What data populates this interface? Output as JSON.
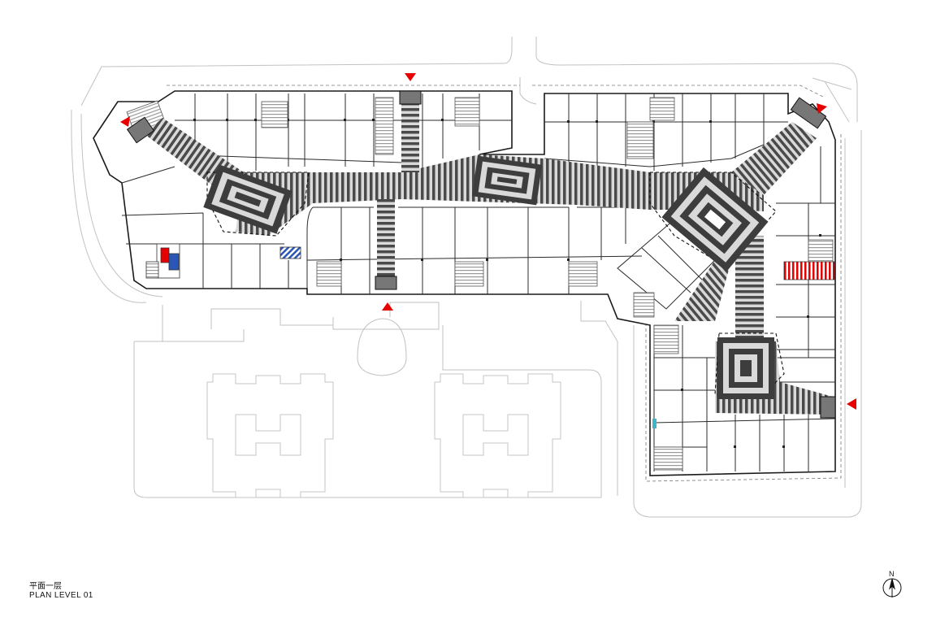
{
  "caption": {
    "title_cn": "平面一层",
    "title_en": "PLAN LEVEL 01"
  },
  "north_arrow": {
    "label": "N",
    "icon": "north-arrow-icon"
  },
  "entrances": {
    "icon": "entrance-triangle-icon",
    "color": "#e60000",
    "items": [
      "north",
      "south",
      "west",
      "north-east",
      "east"
    ]
  },
  "colors": {
    "line": "#222222",
    "context_line": "#b8b8b8",
    "atrium_stripe": "#444444",
    "corridor_fill": "#d6d6d6",
    "accent_red": "#e60000",
    "accent_blue": "#2a57b5"
  }
}
